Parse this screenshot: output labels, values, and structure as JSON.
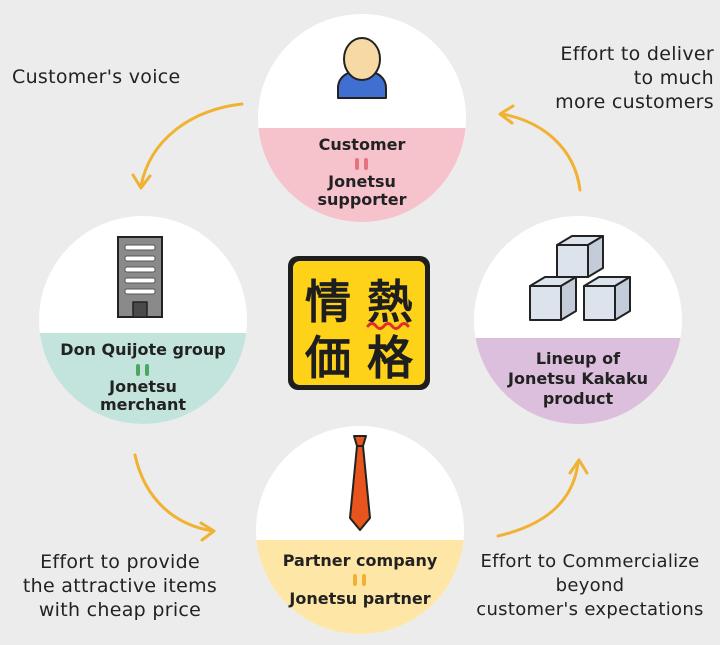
{
  "colors": {
    "background": "#ececec",
    "circle_fill": "#ffffff",
    "arrow": "#f0b232",
    "customer_band": "#f6c3cd",
    "customer_divider": "#e8707f",
    "group_band": "#c3e4dc",
    "group_divider": "#4aa862",
    "partner_band": "#fde6a6",
    "partner_divider": "#f0b232",
    "lineup_band": "#dcbedd",
    "logo_fill": "#ffd21a",
    "logo_border": "#1e1e1e",
    "logo_wave": "#e02c2c",
    "tie": "#e8541e",
    "person_body": "#3f6fd1",
    "person_head": "#f6d9a5"
  },
  "center_logo": {
    "chars": [
      "情",
      "熱",
      "価",
      "格"
    ]
  },
  "nodes": {
    "customer": {
      "icon": "person-icon",
      "title": "Customer",
      "line2": "Jonetsu",
      "line3": "supporter"
    },
    "group": {
      "icon": "building-icon",
      "title": "Don Quijote group",
      "line2": "Jonetsu",
      "line3": "merchant"
    },
    "partner": {
      "icon": "tie-icon",
      "title": "Partner company",
      "line2": "Jonetsu partner"
    },
    "lineup": {
      "icon": "boxes-icon",
      "line1": "Lineup of",
      "line2": "Jonetsu Kakaku",
      "line3": "product"
    }
  },
  "captions": {
    "voice": [
      "Customer's voice"
    ],
    "deliver": [
      "Effort to deliver",
      "to much",
      "more customers"
    ],
    "provide": [
      "Effort to provide",
      "the attractive items",
      "with cheap price"
    ],
    "commercialize": [
      "Effort to Commercialize",
      "beyond",
      "customer's expectations"
    ]
  }
}
